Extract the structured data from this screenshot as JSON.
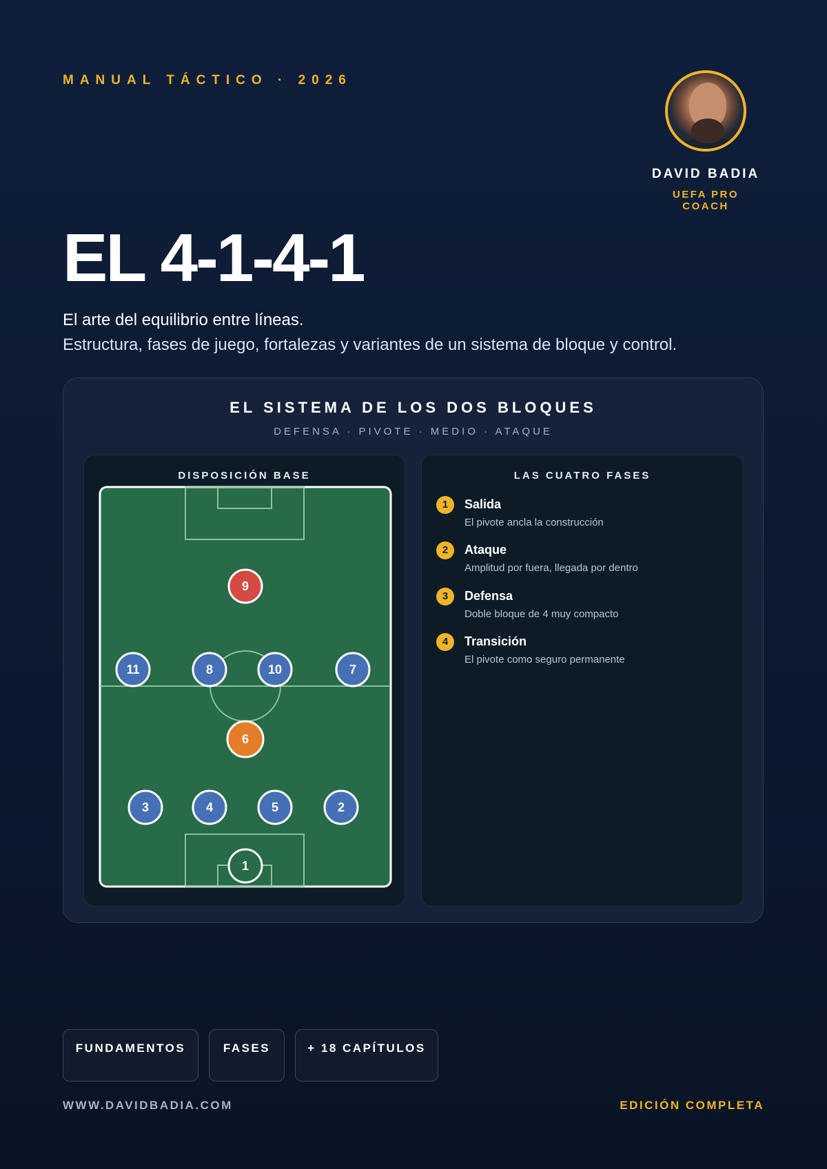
{
  "header": {
    "kicker": "MANUAL TÁCTICO · 2026",
    "coach_name": "DAVID BADIA",
    "coach_title": "UEFA PRO COACH"
  },
  "hero": {
    "title": "EL 4-1-4-1",
    "subtitle_line1": "El arte del equilibrio entre líneas.",
    "subtitle_line2": "Estructura, fases de juego, fortalezas y variantes de un sistema de bloque y control."
  },
  "card": {
    "title": "EL SISTEMA DE LOS DOS BLOQUES",
    "subtitle": "DEFENSA · PIVOTE · MEDIO · ATAQUE",
    "formation_title": "DISPOSICIÓN BASE",
    "phases_title": "LAS CUATRO FASES",
    "players": [
      {
        "number": "9",
        "role": "striker",
        "color": "#d64a44"
      },
      {
        "number": "11",
        "role": "midfield",
        "color": "#4670b5"
      },
      {
        "number": "8",
        "role": "midfield",
        "color": "#4670b5"
      },
      {
        "number": "10",
        "role": "midfield",
        "color": "#4670b5"
      },
      {
        "number": "7",
        "role": "midfield",
        "color": "#4670b5"
      },
      {
        "number": "6",
        "role": "pivot",
        "color": "#e37d2a"
      },
      {
        "number": "3",
        "role": "defense",
        "color": "#4670b5"
      },
      {
        "number": "4",
        "role": "defense",
        "color": "#4670b5"
      },
      {
        "number": "5",
        "role": "defense",
        "color": "#4670b5"
      },
      {
        "number": "2",
        "role": "defense",
        "color": "#4670b5"
      },
      {
        "number": "1",
        "role": "goalkeeper",
        "color": "#276b48"
      }
    ],
    "phases": [
      {
        "number": "1",
        "name": "Salida",
        "description": "El pivote ancla la construcción"
      },
      {
        "number": "2",
        "name": "Ataque",
        "description": "Amplitud por fuera, llegada por dentro"
      },
      {
        "number": "3",
        "name": "Defensa",
        "description": "Doble bloque de 4 muy compacto"
      },
      {
        "number": "4",
        "name": "Transición",
        "description": "El pivote como seguro permanente"
      }
    ]
  },
  "tags": [
    "FUNDAMENTOS",
    "FASES",
    "+ 18 CAPÍTULOS"
  ],
  "footer": {
    "url": "WWW.DAVIDBADIA.COM",
    "edition": "EDICIÓN COMPLETA"
  },
  "colors": {
    "accent": "#f0b429",
    "pitch": "#276b48",
    "background": "#0f1f3b"
  }
}
